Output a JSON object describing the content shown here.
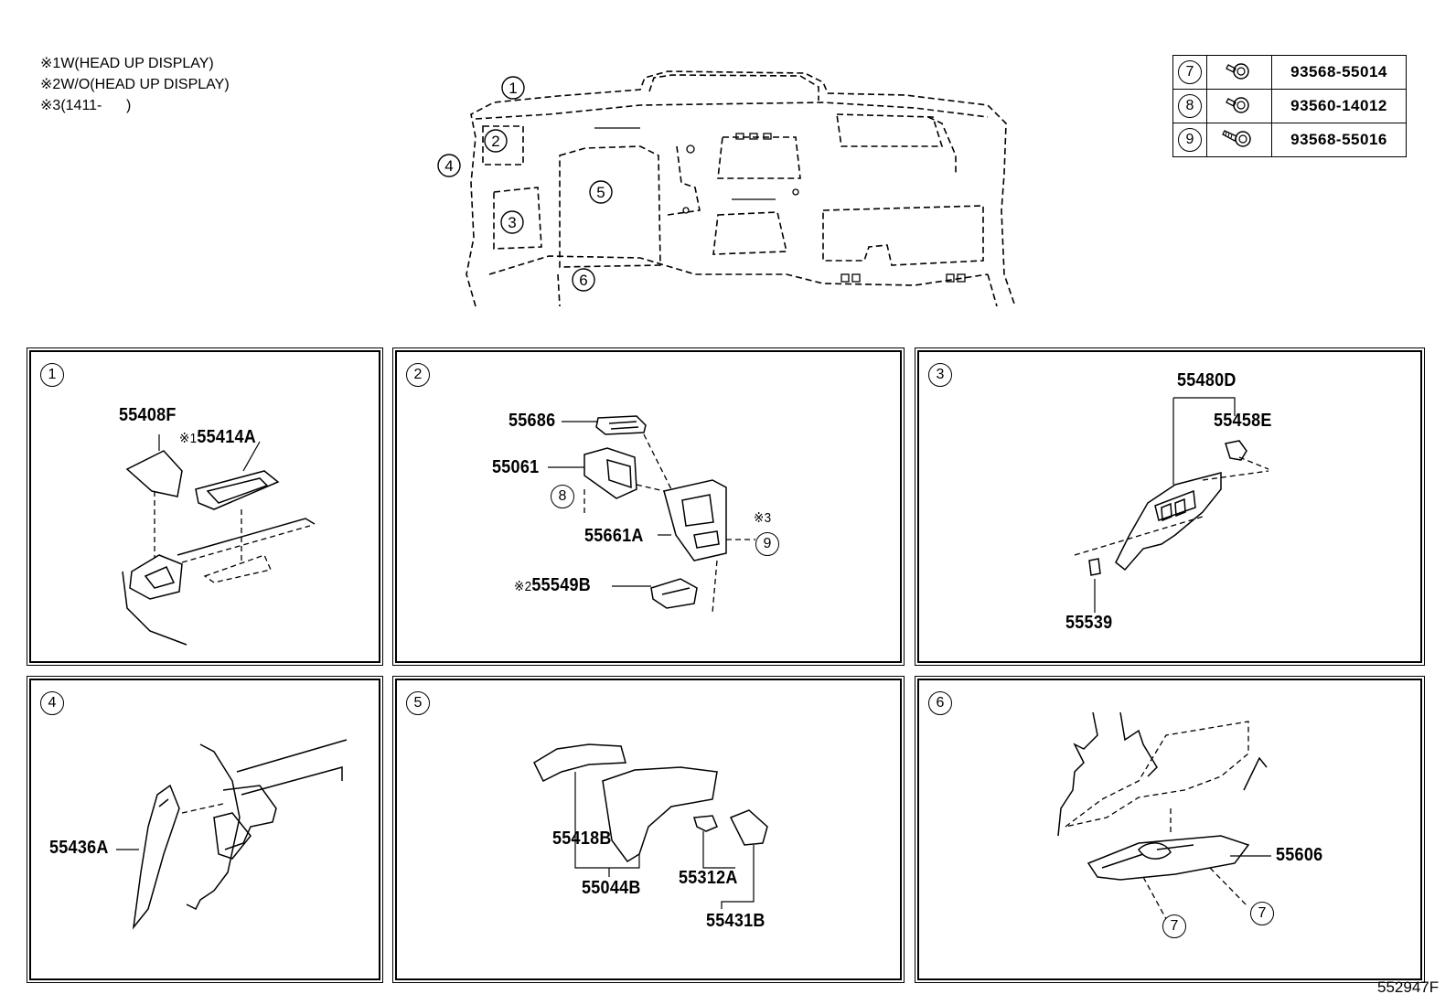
{
  "notes": [
    {
      "mark": "※1",
      "text": "W(HEAD UP DISPLAY)"
    },
    {
      "mark": "※2",
      "text": "W/O(HEAD UP DISPLAY)"
    },
    {
      "mark": "※3",
      "text": "(1411-      )"
    }
  ],
  "fasteners": [
    {
      "ref": "7",
      "icon": "bolt-icon",
      "part_no": "93568-55014"
    },
    {
      "ref": "8",
      "icon": "bolt-icon",
      "part_no": "93560-14012"
    },
    {
      "ref": "9",
      "icon": "screw-icon",
      "part_no": "93568-55016"
    }
  ],
  "overview_callouts": [
    "1",
    "2",
    "3",
    "4",
    "5",
    "6"
  ],
  "panels": [
    {
      "id": "1",
      "labels": {
        "a": "55408F",
        "b_mark": "※1",
        "b": "55414A"
      }
    },
    {
      "id": "2",
      "labels": {
        "a": "55686",
        "b": "55061",
        "c_ref": "8",
        "d_mark": "※3",
        "d": "55661A",
        "d_ref": "9",
        "e_mark": "※2",
        "e": "55549B"
      }
    },
    {
      "id": "3",
      "labels": {
        "a": "55480D",
        "b": "55458E",
        "c": "55539"
      }
    },
    {
      "id": "4",
      "labels": {
        "a": "55436A"
      }
    },
    {
      "id": "5",
      "labels": {
        "a": "55418B",
        "b": "55044B",
        "c": "55312A",
        "d": "55431B"
      }
    },
    {
      "id": "6",
      "labels": {
        "a": "55606",
        "b_ref": "7",
        "c_ref": "7"
      }
    }
  ],
  "diagram_id": "552947F"
}
